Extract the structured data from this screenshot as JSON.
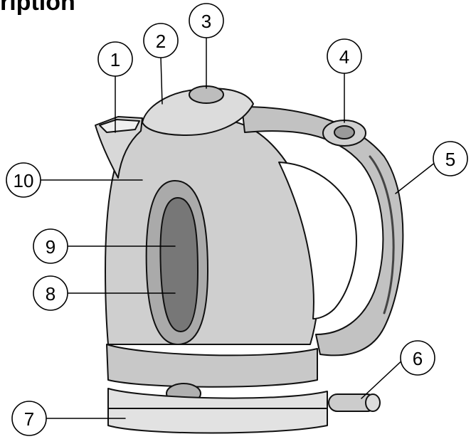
{
  "heading": "ription",
  "callouts": [
    "1",
    "2",
    "3",
    "4",
    "5",
    "6",
    "7",
    "8",
    "9",
    "10"
  ]
}
